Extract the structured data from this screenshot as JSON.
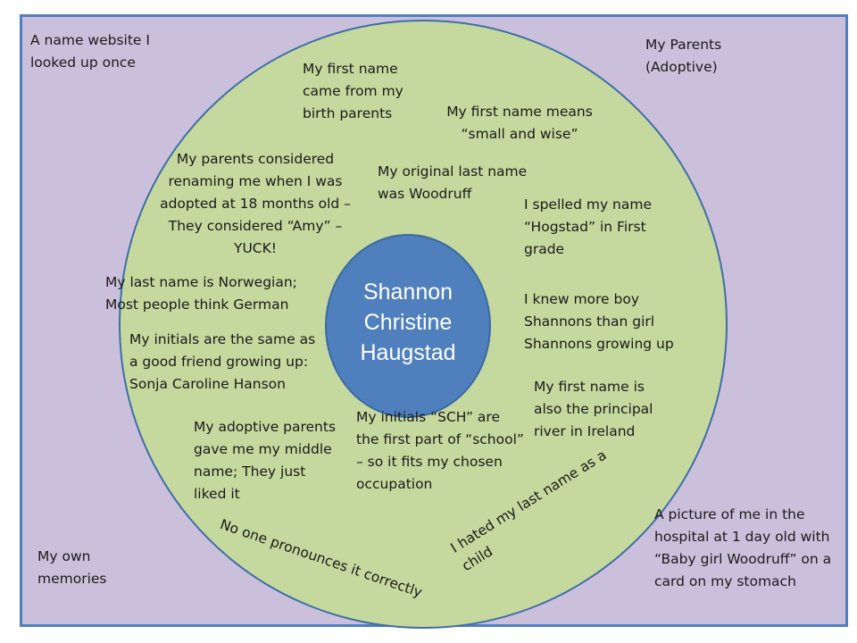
{
  "colors": {
    "frame_fill": "#cbc0db",
    "frame_border": "#4f7fbf",
    "middle_circle_fill": "#c5d89e",
    "middle_circle_stroke": "#3f6ea8",
    "inner_circle_fill": "#4f80bd",
    "inner_circle_stroke": "#3a6aa3"
  },
  "center": {
    "name": "Shannon Christine Haugstad"
  },
  "outer_labels": {
    "top_left": "A name website I looked up once",
    "top_right": "My Parents (Adoptive)",
    "bottom_left": "My own memories",
    "bottom_right": "A picture of me in the hospital at 1 day old with “Baby girl Woodruff” on a card on my stomach"
  },
  "facts": {
    "first_name_birth_parents": "My first name came from my birth parents",
    "first_name_meaning": "My first name means “small and wise”",
    "parents_considered_renaming": "My parents considered renaming me when I was adopted at 18 months old – They considered “Amy” – YUCK!",
    "original_last_name": "My original last name was Woodruff",
    "spelled_hogstad": "I spelled my name “Hogstad” in First grade",
    "norwegian_last_name": "My last name is Norwegian; Most people think German",
    "more_boy_shannons": "I knew more boy Shannons than girl Shannons growing up",
    "initials_same_as_friend": "My initials are the same as a good friend growing up: Sonja Caroline Hanson",
    "principal_river": "My first name is also the principal river in Ireland",
    "middle_name_from_parents": "My adoptive parents gave me my middle name; They just liked it",
    "initials_sch_school": "My initials “SCH” are the first part of “school” – so it fits my chosen occupation",
    "no_one_pronounces": "No one pronounces it correctly",
    "hated_last_name": "I hated my last name as a child"
  }
}
